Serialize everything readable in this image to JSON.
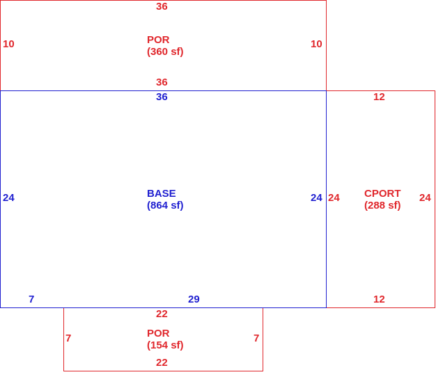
{
  "colors": {
    "addition": "#e0262b",
    "base": "#1f1fd0",
    "background": "#ffffff"
  },
  "areas": {
    "porch_top": {
      "name": "POR",
      "area": "(360 sf)",
      "dims": {
        "top": "36",
        "bottom": "36",
        "left": "10",
        "right": "10"
      }
    },
    "base": {
      "name": "BASE",
      "area": "(864 sf)",
      "dims": {
        "top": "36",
        "left": "24",
        "right": "24",
        "bottom_left": "7",
        "bottom": "29"
      }
    },
    "carport": {
      "name": "CPORT",
      "area": "(288 sf)",
      "dims": {
        "top": "12",
        "bottom": "12",
        "left": "24",
        "right": "24"
      }
    },
    "porch_bottom": {
      "name": "POR",
      "area": "(154 sf)",
      "dims": {
        "top": "22",
        "bottom": "22",
        "left": "7",
        "right": "7"
      }
    }
  }
}
